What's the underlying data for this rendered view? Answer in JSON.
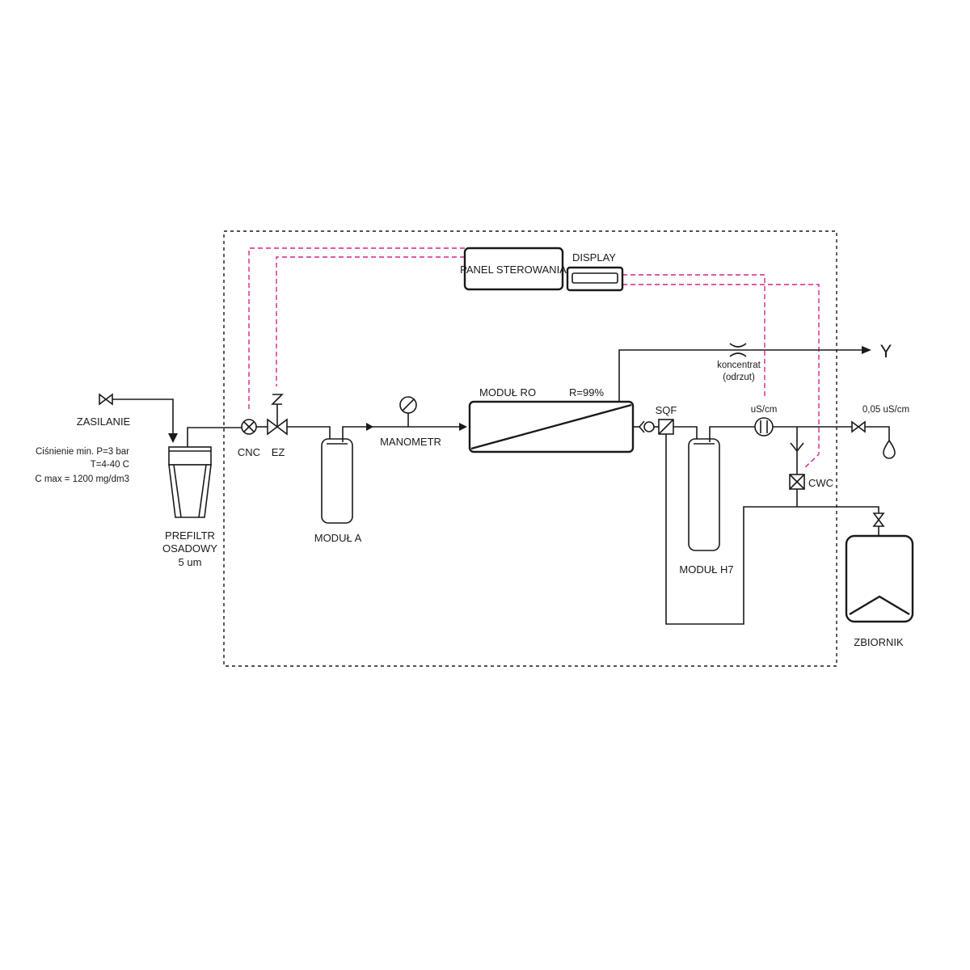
{
  "labels": {
    "supply": "ZASILANIE",
    "pressure": "Ciśnienie min. P=3 bar",
    "temperature": "T=4-40 C",
    "cmax": "C max = 1200 mg/dm3",
    "prefilter_line1": "PREFILTR",
    "prefilter_line2": "OSADOWY",
    "prefilter_line3": "5 um",
    "cnc": "CNC",
    "ez": "EZ",
    "module_a": "MODUŁ A",
    "manometer": "MANOMETR",
    "module_ro": "MODUŁ RO",
    "rejection": "R=99%",
    "panel": "PANEL STEROWANIA",
    "display": "DISPLAY",
    "concentrate_line1": "koncentrat",
    "concentrate_line2": "(odrzut)",
    "drain": "Y",
    "sqf": "SQF",
    "module_h7": "MODUŁ H7",
    "conductivity": "uS/cm",
    "outlet_conductivity": "0,05 uS/cm",
    "cwc": "CWC",
    "tank": "ZBIORNIK"
  },
  "colors": {
    "line": "#1a1a1a",
    "signal": "#d6248c",
    "background": "#ffffff"
  }
}
